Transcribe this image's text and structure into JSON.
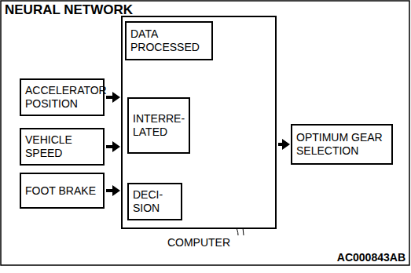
{
  "diagram": {
    "title": "NEURAL NETWORK",
    "nodes": [
      {
        "text": [
          "ACCELERATOR POSITION"
        ]
      },
      {
        "text": [
          "VEHICLE SPEED"
        ]
      },
      {
        "text": [
          "FOOT BRAKE"
        ]
      },
      {
        "text": [
          "COMPUTER"
        ]
      },
      {
        "text": [
          "DATA PROCESSED"
        ],
        "in": 3
      },
      {
        "text": [
          "INTERRE- LATED"
        ],
        "in": 3
      },
      {
        "text": [
          "DECI- SION"
        ],
        "in": 3
      },
      {
        "text": [
          "OPTIMUM GEAR SELECTION"
        ]
      }
    ],
    "edges": [
      {
        "from": 0,
        "to": 3,
        "arrow": "to"
      },
      {
        "from": 1,
        "to": 3,
        "arrow": "to"
      },
      {
        "from": 2,
        "to": 3,
        "arrow": "to"
      },
      {
        "from": 4,
        "to": 5,
        "arrow": "to"
      },
      {
        "from": 5,
        "to": 6,
        "arrow": "to"
      },
      {
        "from": 3,
        "to": 7,
        "arrow": "to"
      }
    ],
    "labels": [
      "AC000843AB"
    ]
  }
}
